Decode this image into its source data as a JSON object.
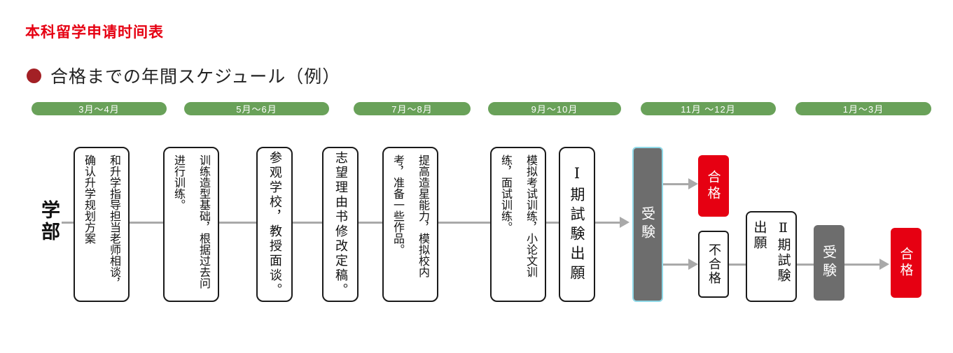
{
  "title": "本科留学申请时间表",
  "heading": "合格までの年間スケジュール（例）",
  "timeline_labels": [
    "3月～4月",
    "5月～6月",
    "7月～8月",
    "9月～10月",
    "11月 ～12月",
    "1月～3月"
  ],
  "row_label": "学部",
  "steps": [
    "和升学指导担当老师相谈，确认升学规划方案",
    "训练造型基础，根据过去问进行训练。",
    "参观学校，教授面谈。",
    "志望理由书修改定稿。",
    "提高造星能力，模拟校内考，准备一些作品。",
    "模拟考试训练，小论文训练，面试训练。",
    "Ⅰ期試験出願"
  ],
  "flow": {
    "exam1": "受験",
    "pass1": "合格",
    "fail": "不合格",
    "apply2": "Ⅱ期試験出願",
    "exam2": "受験",
    "pass2": "合格"
  },
  "colors": {
    "title_red": "#e60012",
    "bullet_red": "#a32025",
    "bar_green": "#69a159",
    "result_red": "#e60012",
    "exam_gray": "#6d6d6d",
    "exam1_border": "#90d9e8",
    "arrow_gray": "#a9a9a9"
  }
}
